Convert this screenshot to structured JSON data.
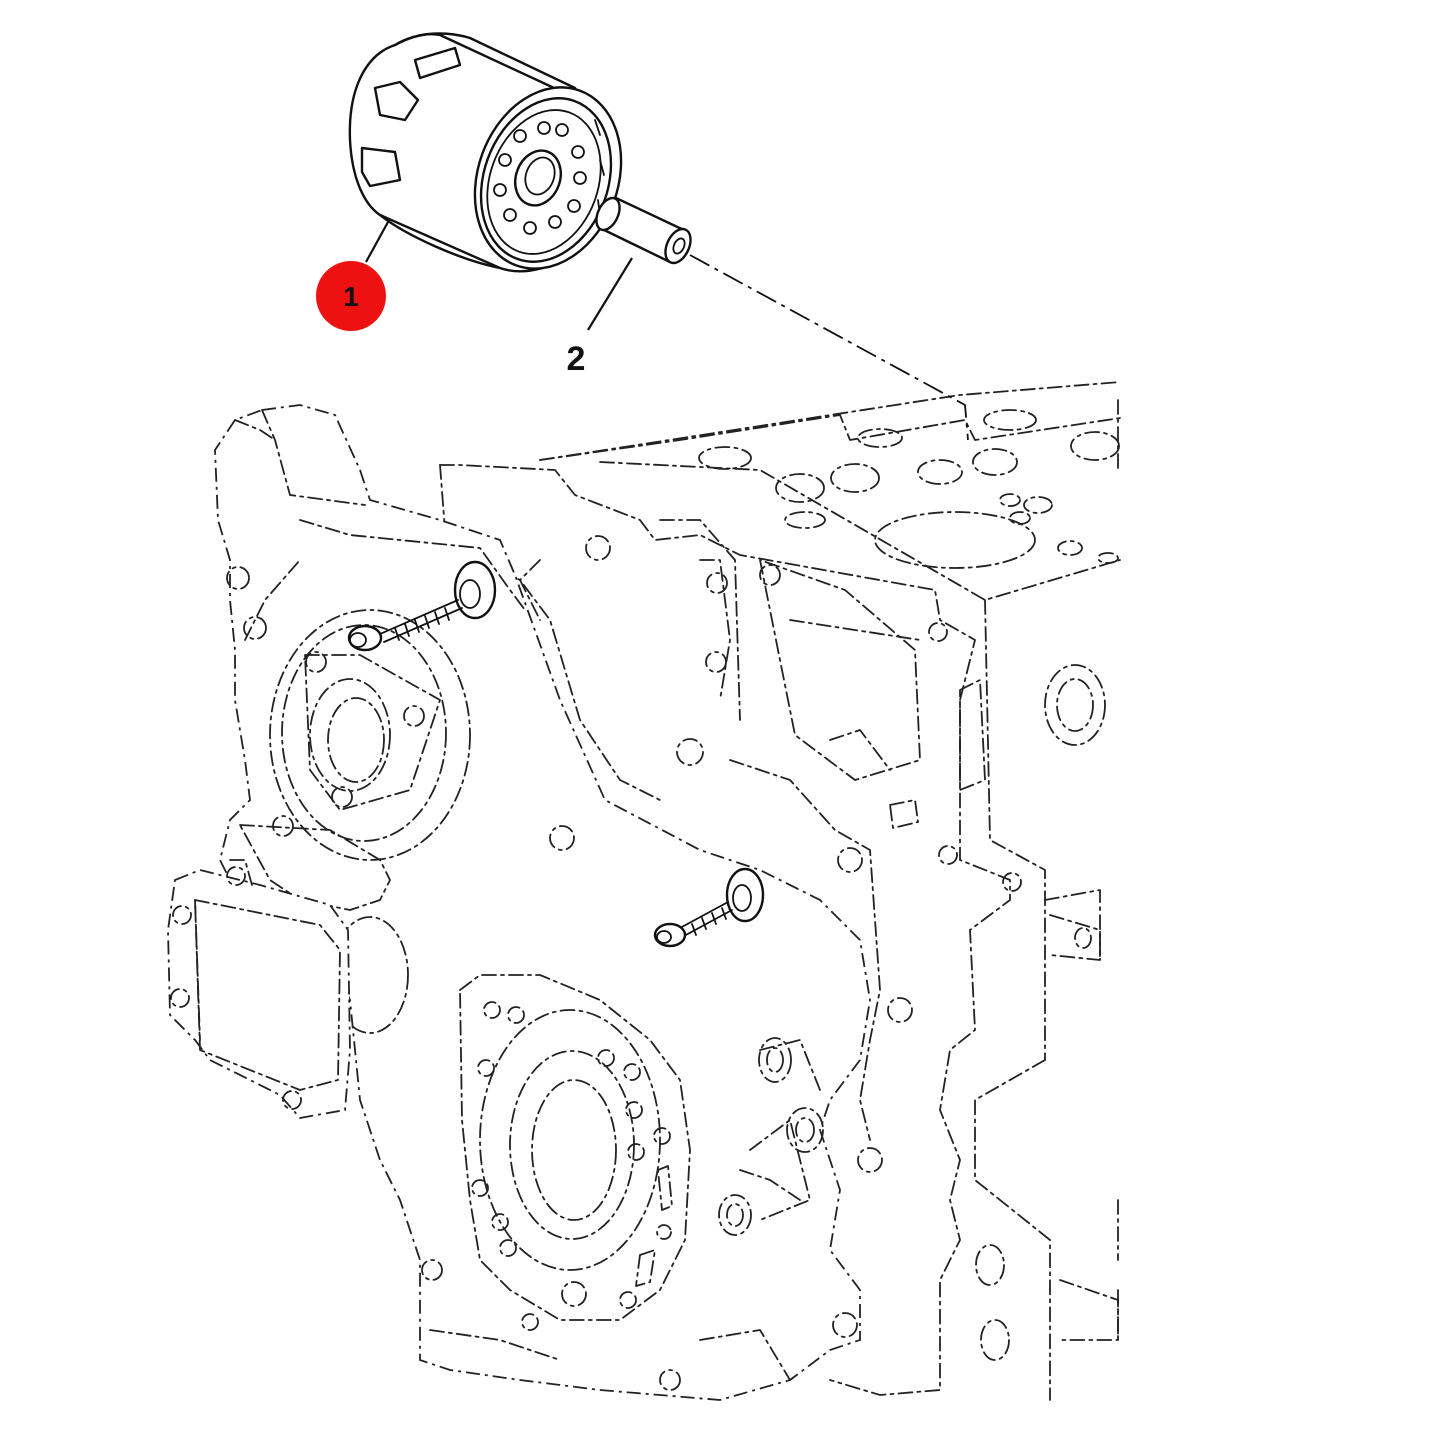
{
  "callouts": [
    {
      "id": "1",
      "label": "1",
      "highlighted": true,
      "highlight_color": "#ee1111"
    },
    {
      "id": "2",
      "label": "2",
      "highlighted": false
    }
  ],
  "parts": [
    {
      "id": "oil-filter",
      "callout": "1"
    },
    {
      "id": "filter-adapter-nipple",
      "callout": "2"
    },
    {
      "id": "engine-timing-cover",
      "callout": null
    }
  ],
  "colors": {
    "line": "#111111",
    "background": "#ffffff",
    "highlight": "#ee1111"
  }
}
